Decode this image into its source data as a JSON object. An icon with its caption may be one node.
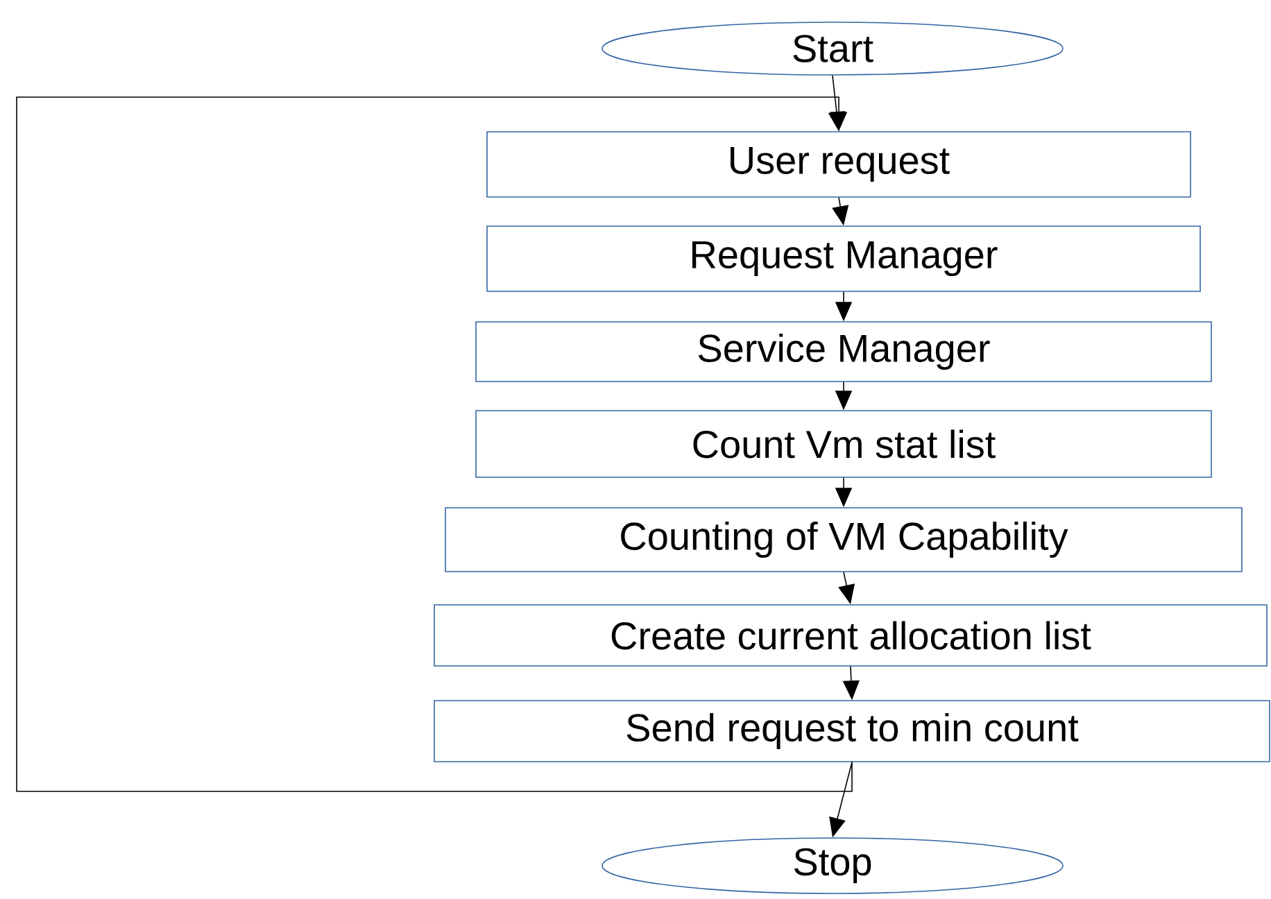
{
  "diagram": {
    "nodes": [
      {
        "text": [
          "Start"
        ]
      },
      {
        "text": [
          "User request"
        ]
      },
      {
        "text": [
          "Request Manager"
        ]
      },
      {
        "text": [
          "Service Manager"
        ]
      },
      {
        "text": [
          "Count Vm stat list"
        ]
      },
      {
        "text": [
          "Counting of VM Capability"
        ]
      },
      {
        "text": [
          "Create current allocation list"
        ]
      },
      {
        "text": [
          "Send request to min count"
        ]
      },
      {
        "text": [
          "Stop"
        ]
      }
    ],
    "edges": [
      {
        "from": 0,
        "to": 1,
        "arrow": "to"
      },
      {
        "from": 1,
        "to": 2,
        "arrow": "to"
      },
      {
        "from": 2,
        "to": 3,
        "arrow": "to"
      },
      {
        "from": 3,
        "to": 4,
        "arrow": "to"
      },
      {
        "from": 4,
        "to": 5,
        "arrow": "to"
      },
      {
        "from": 5,
        "to": 6,
        "arrow": "to"
      },
      {
        "from": 6,
        "to": 7,
        "arrow": "to"
      },
      {
        "from": 7,
        "to": 8,
        "arrow": "to"
      },
      {
        "from": 7,
        "to": 1,
        "arrow": "to"
      }
    ]
  }
}
